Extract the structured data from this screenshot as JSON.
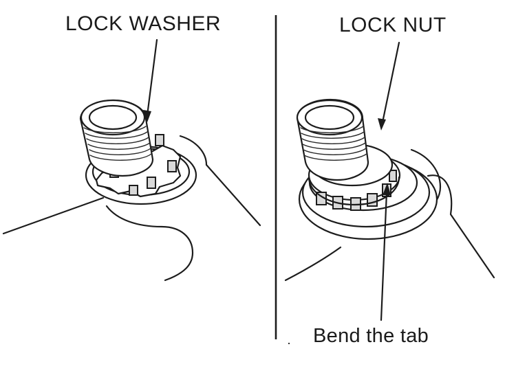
{
  "labels": {
    "lock_washer": "LOCK WASHER",
    "lock_nut": "LOCK NUT",
    "bend_tab": "Bend the tab"
  },
  "colors": {
    "background": "#ffffff",
    "ink": "#1c1c1c"
  }
}
